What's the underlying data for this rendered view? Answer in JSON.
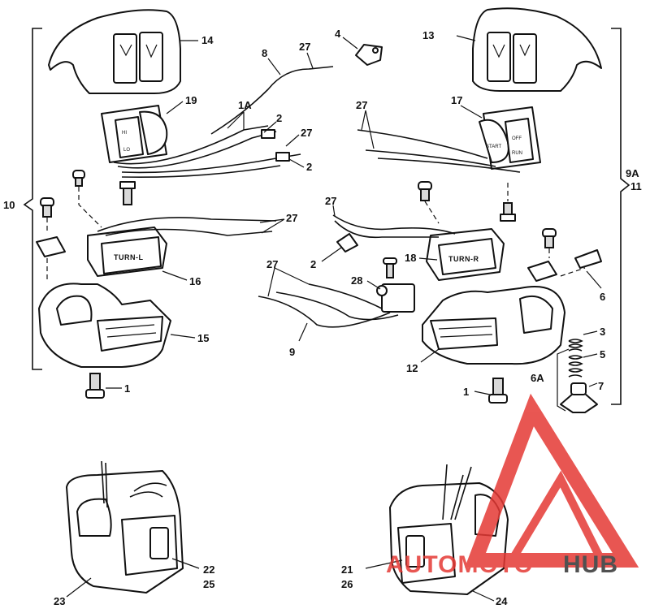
{
  "callouts": {
    "c1_left": "1",
    "c1_right": "1",
    "c1A": "1A",
    "c2_a": "2",
    "c2_b": "2",
    "c2_c": "2",
    "c3": "3",
    "c4": "4",
    "c5": "5",
    "c6": "6",
    "c6A": "6A",
    "c7": "7",
    "c8": "8",
    "c9": "9",
    "c9A": "9A",
    "c10": "10",
    "c11": "11",
    "c12": "12",
    "c13": "13",
    "c14": "14",
    "c15": "15",
    "c16": "16",
    "c17": "17",
    "c18": "18",
    "c19": "19",
    "c21": "21",
    "c22": "22",
    "c23": "23",
    "c24": "24",
    "c25": "25",
    "c26": "26",
    "c27_a": "27",
    "c27_b": "27",
    "c27_c": "27",
    "c27_d": "27",
    "c27_e": "27",
    "c27_f": "27",
    "c28": "28"
  },
  "part_labels": {
    "turn_left": "TURN-L",
    "turn_right": "TURN-R",
    "start": "START",
    "off": "OFF",
    "run": "RUN",
    "hi": "HI",
    "lo": "LO"
  },
  "watermark": {
    "word_a": "AUTOMOTO",
    "word_b": "HUB",
    "color_main": "#e53935",
    "color_dark": "#333333"
  }
}
